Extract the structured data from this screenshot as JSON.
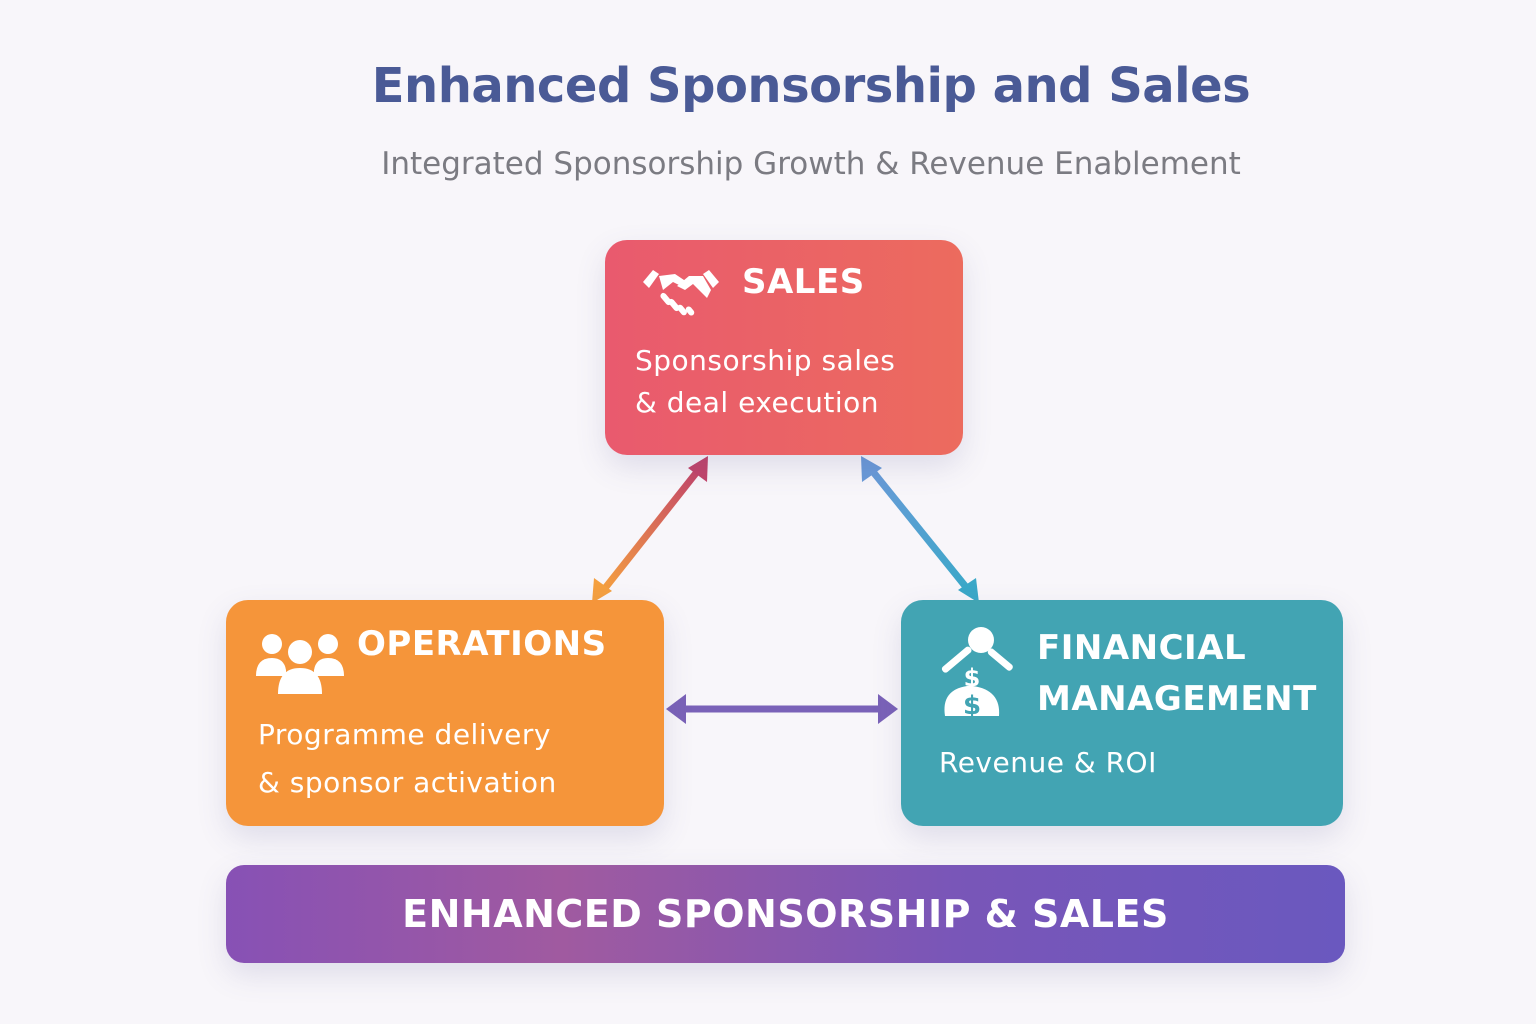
{
  "header": {
    "title": "Enhanced Sponsorship and Sales",
    "subtitle": "Integrated Sponsorship Growth & Revenue Enablement"
  },
  "nodes": {
    "sales": {
      "title": "SALES",
      "desc_line1": "Sponsorship sales",
      "desc_line2": "& deal execution",
      "icon": "handshake-icon",
      "color": "#e95a6e"
    },
    "operations": {
      "title": "OPERATIONS",
      "desc_line1": "Programme delivery",
      "desc_line2": "& sponsor activation",
      "icon": "people-group-icon",
      "color": "#f5953a"
    },
    "financial": {
      "title_line1": "FINANCIAL",
      "title_line2": "MANAGEMENT",
      "desc_line1": "Revenue & ROI",
      "icon": "magnifier-money-bag-icon",
      "color": "#42a4b3"
    }
  },
  "connections": [
    {
      "from": "sales",
      "to": "operations",
      "bidirectional": true
    },
    {
      "from": "sales",
      "to": "financial",
      "bidirectional": true
    },
    {
      "from": "operations",
      "to": "financial",
      "bidirectional": true
    }
  ],
  "footer": {
    "label": "ENHANCED SPONSORSHIP & SALES",
    "color": "#7956b8"
  }
}
